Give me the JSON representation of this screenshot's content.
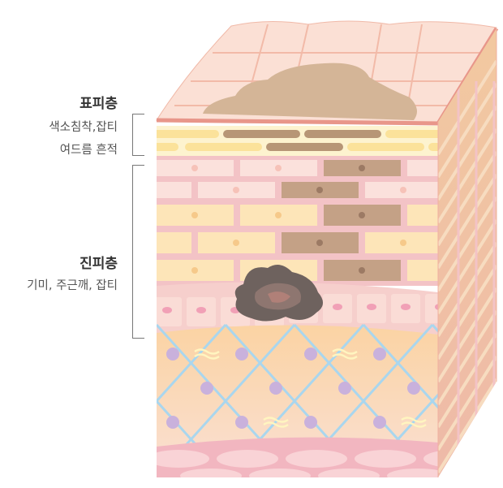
{
  "epidermis": {
    "title": "표피층",
    "lines": [
      "색소침착,잡티",
      "여드름 흔적"
    ]
  },
  "dermis": {
    "title": "진피층",
    "lines": [
      "기미, 주근깨, 잡티"
    ]
  },
  "colors": {
    "bracket": "#777777",
    "pigment": "#c4a186",
    "blemish": "#6e625e"
  }
}
